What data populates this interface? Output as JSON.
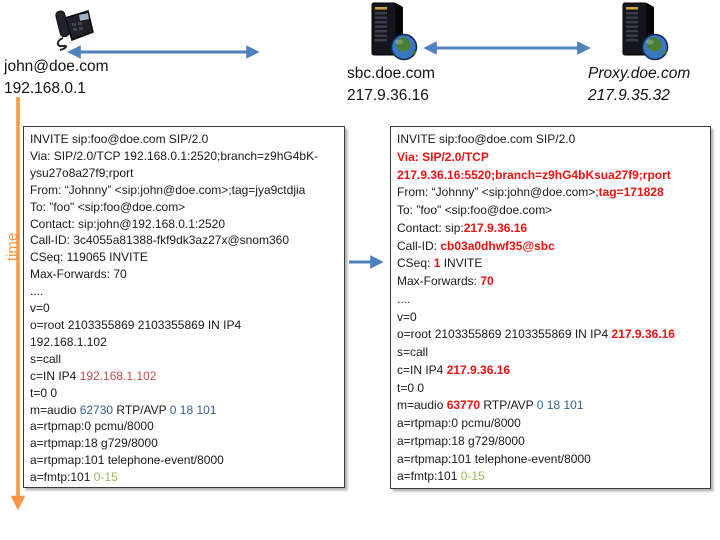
{
  "colors": {
    "arrow_blue": "#4F81BD",
    "time_orange": "#F79646",
    "highlight_red": "#EE1111",
    "value_darkred": "#C0504D",
    "value_blue": "#376092",
    "value_green": "#9BBB59",
    "text": "#1A1A1A"
  },
  "time_axis": {
    "label": "time"
  },
  "nodes": {
    "phone": {
      "name": "john@doe.com",
      "ip": "192.168.0.1"
    },
    "sbc": {
      "name": "sbc.doe.com",
      "ip": "217.9.36.16"
    },
    "proxy": {
      "name": "Proxy.doe.com",
      "ip": "217.9.35.32"
    }
  },
  "sip_left": {
    "lines": [
      [
        {
          "t": "INVITE sip:foo@doe.com SIP/2.0"
        }
      ],
      [
        {
          "t": "Via: SIP/2.0/TCP 192.168.0.1:2520;branch=z9hG4bK-"
        }
      ],
      [
        {
          "t": "ysu27o8a27f9;rport"
        }
      ],
      [
        {
          "t": "From: “Johnny” <sip:john@doe.com>;tag=jya9ctdjia"
        }
      ],
      [
        {
          "t": "To: ”foo\" <sip:foo@doe.com>"
        }
      ],
      [
        {
          "t": "Contact: sip:john@192.168.0.1:2520"
        }
      ],
      [
        {
          "t": "Call-ID: 3c4055a81388-fkf9dk3az27x@snom360"
        }
      ],
      [
        {
          "t": "CSeq: 119065 INVITE"
        }
      ],
      [
        {
          "t": "Max-Forwards: 70"
        }
      ],
      [
        {
          "t": "...."
        }
      ],
      [
        {
          "t": "v=0"
        }
      ],
      [
        {
          "t": "o=root 2103355869 2103355869 IN IP4"
        }
      ],
      [
        {
          "t": "192.168.1.102"
        }
      ],
      [
        {
          "t": "s=call"
        }
      ],
      [
        {
          "t": "c=IN IP4 "
        },
        {
          "t": "192.168.1.102",
          "s": "darkred"
        }
      ],
      [
        {
          "t": "t=0 0"
        }
      ],
      [
        {
          "t": "m=audio "
        },
        {
          "t": "62730",
          "s": "blue"
        },
        {
          "t": " RTP/AVP "
        },
        {
          "t": "0 18 101",
          "s": "blue"
        }
      ],
      [
        {
          "t": "a=rtpmap:0 pcmu/8000"
        }
      ],
      [
        {
          "t": "a=rtpmap:18 g729/8000"
        }
      ],
      [
        {
          "t": "a=rtpmap:101 telephone-event/8000"
        }
      ],
      [
        {
          "t": "a=fmtp:101 "
        },
        {
          "t": "0-15",
          "s": "green"
        }
      ]
    ]
  },
  "sip_right": {
    "lines": [
      [
        {
          "t": "INVITE sip:foo@doe.com SIP/2.0"
        }
      ],
      [
        {
          "t": "Via: SIP/2.0/TCP",
          "s": "red"
        }
      ],
      [
        {
          "t": "217.9.36.16:5520;branch=z9hG4bKsua27f9;rport",
          "s": "red"
        }
      ],
      [
        {
          "t": "From: “Johnny” <sip:john@doe.com>;"
        },
        {
          "t": "tag=171828",
          "s": "red"
        }
      ],
      [
        {
          "t": "To: ”foo\" <sip:foo@doe.com>"
        }
      ],
      [
        {
          "t": "Contact: sip:"
        },
        {
          "t": "217.9.36.16",
          "s": "red"
        }
      ],
      [
        {
          "t": "Call-ID: "
        },
        {
          "t": "cb03a0dhwf35@sbc",
          "s": "red"
        }
      ],
      [
        {
          "t": "CSeq: "
        },
        {
          "t": "1",
          "s": "red"
        },
        {
          "t": " INVITE"
        }
      ],
      [
        {
          "t": "Max-Forwards: "
        },
        {
          "t": "70",
          "s": "red"
        }
      ],
      [
        {
          "t": "...."
        }
      ],
      [
        {
          "t": "v=0"
        }
      ],
      [
        {
          "t": "o=root 2103355869 2103355869 IN IP4 "
        },
        {
          "t": "217.9.36.16",
          "s": "red"
        }
      ],
      [
        {
          "t": "s=call"
        }
      ],
      [
        {
          "t": "c=IN IP4 "
        },
        {
          "t": "217.9.36.16",
          "s": "red"
        }
      ],
      [
        {
          "t": "t=0 0"
        }
      ],
      [
        {
          "t": "m=audio "
        },
        {
          "t": "63770",
          "s": "red"
        },
        {
          "t": " RTP/AVP "
        },
        {
          "t": "0 18 101",
          "s": "blue"
        }
      ],
      [
        {
          "t": "a=rtpmap:0 pcmu/8000"
        }
      ],
      [
        {
          "t": "a=rtpmap:18 g729/8000"
        }
      ],
      [
        {
          "t": "a=rtpmap:101 telephone-event/8000"
        }
      ],
      [
        {
          "t": "a=fmtp:101 "
        },
        {
          "t": "0-15",
          "s": "green"
        }
      ]
    ]
  }
}
